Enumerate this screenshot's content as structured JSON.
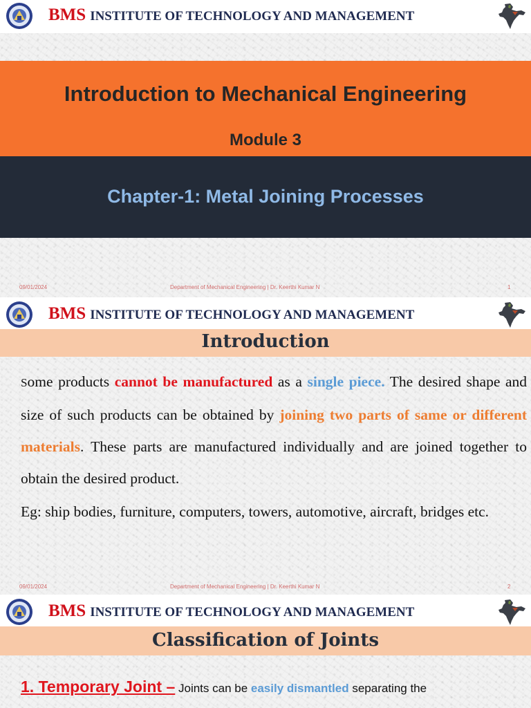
{
  "header": {
    "bms": "BMS",
    "institute": "INSTITUTE OF TECHNOLOGY AND MANAGEMENT"
  },
  "footer": {
    "department": "Department of Mechanical Engineering | Dr. Keerthi Kumar N"
  },
  "slide1": {
    "course_title": "Introduction to Mechanical Engineering",
    "module": "Module 3",
    "chapter": "Chapter-1: Metal Joining Processes",
    "date": "09/01/2024",
    "page": "1"
  },
  "slide2": {
    "heading": "Introduction",
    "p1": {
      "first_letter": "S",
      "t1": "ome products ",
      "h1": "cannot be manufactured",
      "t2": " as a ",
      "h2": "single piece.",
      "t3": " The desired shape and size of such products can be obtained by ",
      "h3": "joining two parts of same or different materials",
      "t4": ". These parts are manufactured individually and are joined together to obtain the desired product."
    },
    "p2": "Eg: ship bodies, furniture, computers, towers, automotive, aircraft, bridges etc.",
    "date": "09/01/2024",
    "page": "2"
  },
  "slide3": {
    "heading": "Classification of Joints",
    "joint_label": "1. Temporary Joint –",
    "t1": " Joints can be ",
    "h1": "easily dismantled",
    "t2": " separating the"
  },
  "colors": {
    "orange_band": "#f5722d",
    "dark_band": "#232b38",
    "peach_band": "#f8c9a8",
    "bms_red": "#d0111b",
    "highlight_red": "#e0161e",
    "highlight_blue": "#5b9bd5",
    "highlight_orange": "#ed7d31"
  },
  "icons": [
    "college-logo-icon",
    "india-map-icon"
  ]
}
